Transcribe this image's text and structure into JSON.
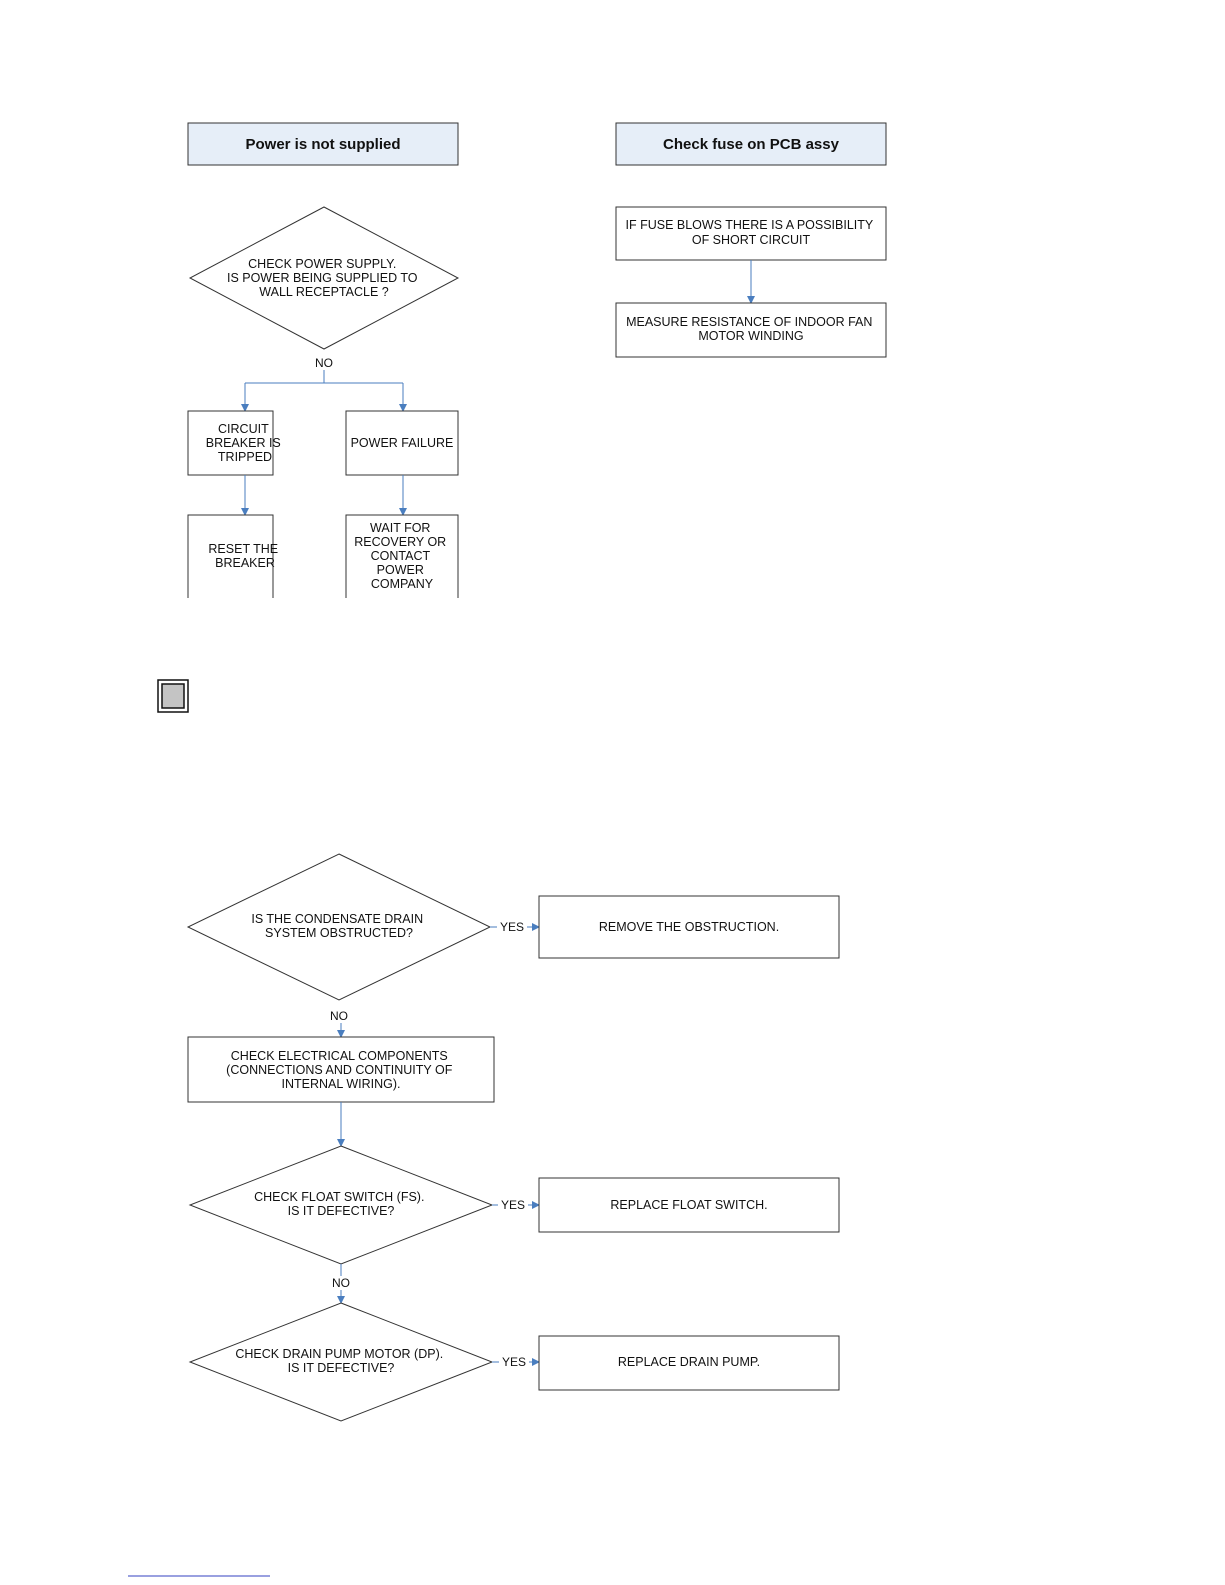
{
  "colors": {
    "header_fill": "#e6eef8",
    "stroke": "#333333",
    "arrow": "#4a7ebf",
    "badge_fill": "#c4c4c4",
    "underline": "#3340c0"
  },
  "top_left": {
    "header": "Power is not supplied",
    "decision": [
      "CHECK POWER SUPPLY.",
      "IS POWER BEING SUPPLIED TO",
      "WALL RECEPTACLE ?"
    ],
    "no_label": "NO",
    "breaker_box": [
      "CIRCUIT",
      "BREAKER IS",
      "TRIPPED"
    ],
    "power_failure_box": [
      "POWER FAILURE"
    ],
    "reset_box": [
      "RESET THE",
      "BREAKER"
    ],
    "wait_box": [
      "WAIT FOR",
      "RECOVERY OR",
      "CONTACT",
      "POWER",
      "COMPANY"
    ]
  },
  "top_right": {
    "header": "Check fuse on PCB assy",
    "fuse_box": [
      "IF FUSE BLOWS THERE IS A POSSIBILITY",
      "OF SHORT CIRCUIT"
    ],
    "measure_box": [
      "MEASURE RESISTANCE OF INDOOR FAN",
      "MOTOR WINDING"
    ]
  },
  "bottom": {
    "decision1": [
      "IS THE CONDENSATE DRAIN",
      "SYSTEM OBSTRUCTED?"
    ],
    "yes1": "YES",
    "action1": [
      "REMOVE THE OBSTRUCTION."
    ],
    "no1": "NO",
    "check_electrical": [
      "CHECK ELECTRICAL COMPONENTS",
      "(CONNECTIONS AND CONTINUITY OF",
      "INTERNAL WIRING)."
    ],
    "decision2": [
      "CHECK FLOAT SWITCH (FS).",
      "IS IT DEFECTIVE?"
    ],
    "yes2": "YES",
    "action2": [
      "REPLACE FLOAT SWITCH."
    ],
    "no2": "NO",
    "decision3": [
      "CHECK DRAIN PUMP MOTOR (DP).",
      "IS IT DEFECTIVE?"
    ],
    "yes3": "YES",
    "action3": [
      "REPLACE DRAIN PUMP."
    ]
  }
}
